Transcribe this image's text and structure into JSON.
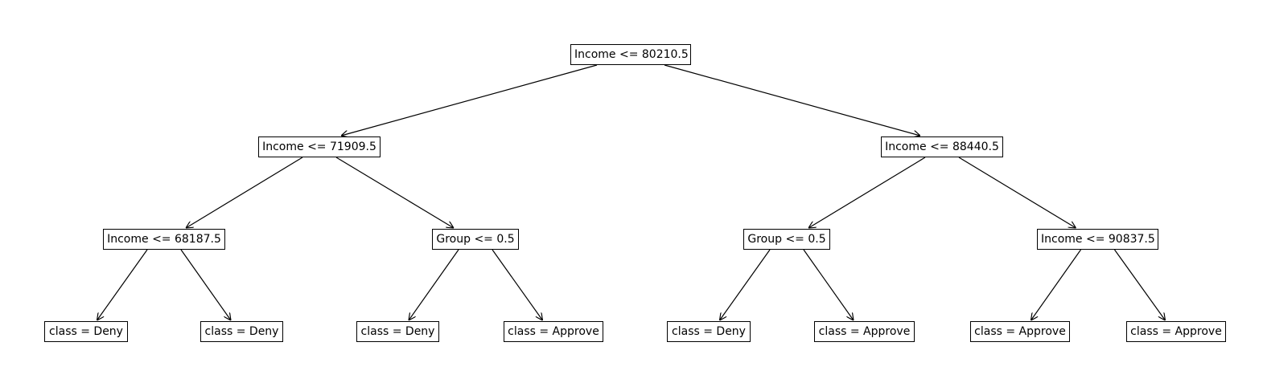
{
  "tree": {
    "nodes": [
      {
        "id": "n0",
        "label": "Income <= 80210.5",
        "type": "split"
      },
      {
        "id": "n1",
        "label": "Income <= 71909.5",
        "type": "split"
      },
      {
        "id": "n2",
        "label": "Income <= 88440.5",
        "type": "split"
      },
      {
        "id": "n3",
        "label": "Income <= 68187.5",
        "type": "split"
      },
      {
        "id": "n4",
        "label": "Group <= 0.5",
        "type": "split"
      },
      {
        "id": "n5",
        "label": "Group <= 0.5",
        "type": "split"
      },
      {
        "id": "n6",
        "label": "Income <= 90837.5",
        "type": "split"
      },
      {
        "id": "n7",
        "label": "class = Deny",
        "type": "leaf"
      },
      {
        "id": "n8",
        "label": "class = Deny",
        "type": "leaf"
      },
      {
        "id": "n9",
        "label": "class = Deny",
        "type": "leaf"
      },
      {
        "id": "n10",
        "label": "class = Approve",
        "type": "leaf"
      },
      {
        "id": "n11",
        "label": "class = Deny",
        "type": "leaf"
      },
      {
        "id": "n12",
        "label": "class = Approve",
        "type": "leaf"
      },
      {
        "id": "n13",
        "label": "class = Approve",
        "type": "leaf"
      },
      {
        "id": "n14",
        "label": "class = Approve",
        "type": "leaf"
      }
    ],
    "edges": [
      {
        "from": "n0",
        "to": "n1"
      },
      {
        "from": "n0",
        "to": "n2"
      },
      {
        "from": "n1",
        "to": "n3"
      },
      {
        "from": "n1",
        "to": "n4"
      },
      {
        "from": "n2",
        "to": "n5"
      },
      {
        "from": "n2",
        "to": "n6"
      },
      {
        "from": "n3",
        "to": "n7"
      },
      {
        "from": "n3",
        "to": "n8"
      },
      {
        "from": "n4",
        "to": "n9"
      },
      {
        "from": "n4",
        "to": "n10"
      },
      {
        "from": "n5",
        "to": "n11"
      },
      {
        "from": "n5",
        "to": "n12"
      },
      {
        "from": "n6",
        "to": "n13"
      },
      {
        "from": "n6",
        "to": "n14"
      }
    ],
    "colors": {
      "node_border": "#000000",
      "edge": "#000000",
      "background": "#ffffff"
    }
  }
}
